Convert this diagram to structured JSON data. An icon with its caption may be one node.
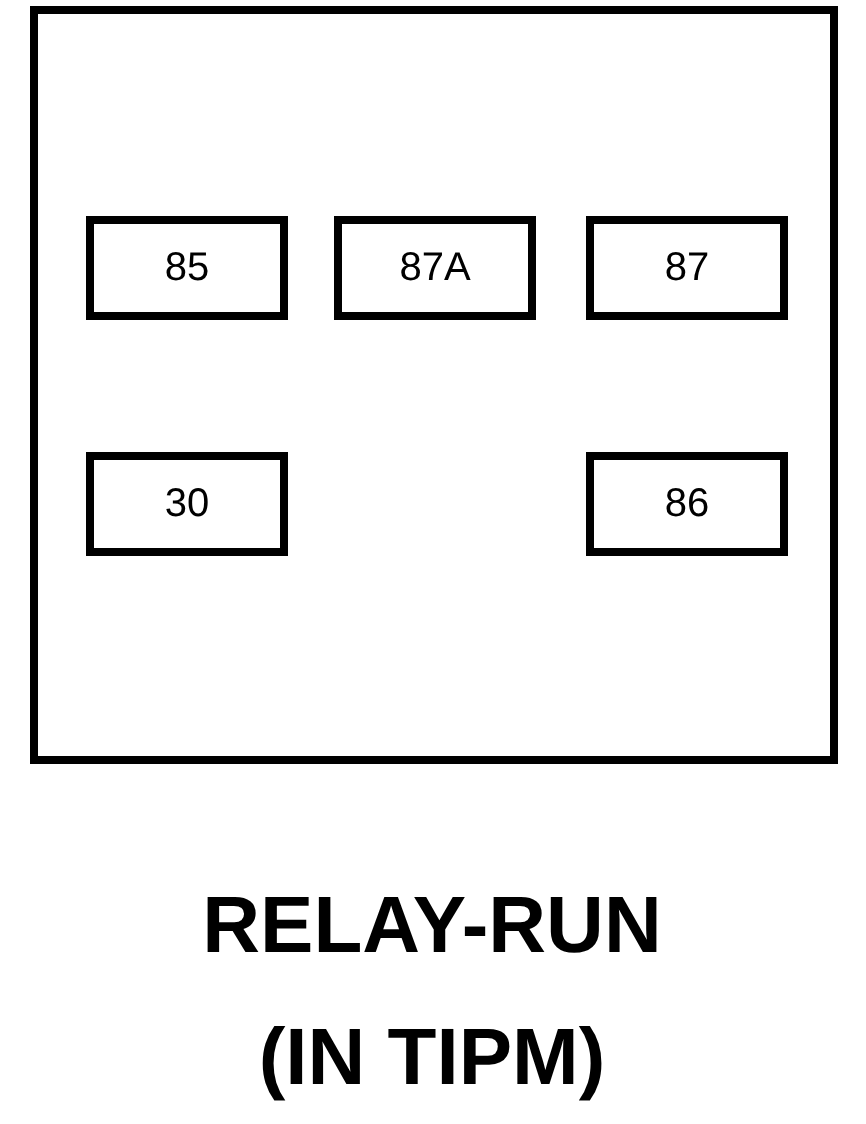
{
  "diagram": {
    "caption": "RELAY-RUN (IN TIPM)",
    "nodes": [
      {
        "text": [],
        "shape": "box"
      },
      {
        "text": [
          "85"
        ],
        "in": 0
      },
      {
        "text": [
          "87A"
        ],
        "in": 0
      },
      {
        "text": [
          "87"
        ],
        "in": 0
      },
      {
        "text": [
          "30"
        ],
        "in": 0
      },
      {
        "text": [
          "86"
        ],
        "in": 0
      }
    ]
  }
}
